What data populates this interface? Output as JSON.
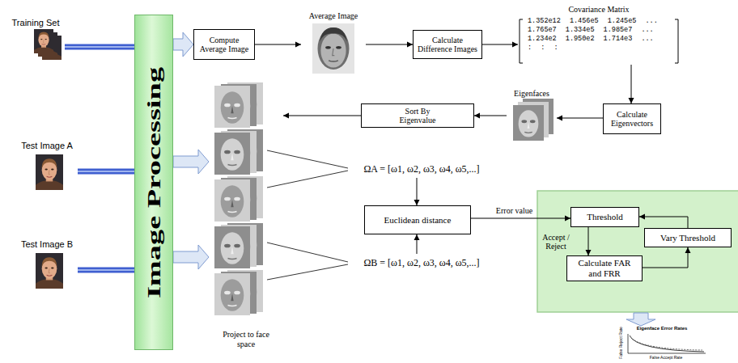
{
  "diagram": {
    "nodes": [
      {
        "text": [
          "Training Set"
        ]
      },
      {
        "text": [
          "Image Processing"
        ]
      },
      {
        "text": [
          "Compute Average Image"
        ]
      },
      {
        "text": [
          "Average Image"
        ]
      },
      {
        "text": [
          "Calculate Difference Images"
        ]
      },
      {
        "text": [
          "Covariance Matrix",
          "1.352e12 1.456e5 1.245e5 ...",
          "1.765e7 1.334e5 1.985e7 ...",
          "1.234e2 1.950e2 1.714e3 ...",
          ": : :"
        ]
      },
      {
        "text": [
          "Calculate Eigenvectors"
        ]
      },
      {
        "text": [
          "Eigenfaces"
        ]
      },
      {
        "text": [
          "Sort By Eigenvalue"
        ]
      },
      {
        "text": [
          "Test Image A"
        ]
      },
      {
        "text": [
          "Project to face space"
        ]
      },
      {
        "text": [
          "ΩA = [ω1, ω2, ω3, ω4, ω5,...]"
        ]
      },
      {
        "text": [
          "Euclidean distance"
        ]
      },
      {
        "text": [
          "Threshold"
        ]
      },
      {
        "text": [
          "Vary Threshold"
        ]
      },
      {
        "text": [
          "Test Image B"
        ]
      },
      {
        "text": [
          "Calculate FAR and FRR"
        ]
      },
      {
        "text": [
          "ΩB = [ω1, ω2, ω3, ω4, ω5,...]"
        ]
      },
      {
        "text": [
          "Eigenface Error Rates"
        ]
      }
    ],
    "edges": [
      {
        "from": 0,
        "to": 1,
        "arrow": "none"
      },
      {
        "from": 9,
        "to": 1,
        "arrow": "none"
      },
      {
        "from": 15,
        "to": 1,
        "arrow": "none"
      },
      {
        "from": 1,
        "to": 2,
        "arrow": "to"
      },
      {
        "from": 1,
        "to": 10,
        "arrow": "to"
      },
      {
        "from": 1,
        "to": 10,
        "arrow": "to"
      },
      {
        "from": 2,
        "to": 3,
        "arrow": "to"
      },
      {
        "from": 3,
        "to": 4,
        "arrow": "to"
      },
      {
        "from": 4,
        "to": 5,
        "arrow": "to"
      },
      {
        "from": 5,
        "to": 6,
        "arrow": "to"
      },
      {
        "from": 6,
        "to": 7,
        "arrow": "to"
      },
      {
        "from": 7,
        "to": 8,
        "arrow": "to"
      },
      {
        "from": 8,
        "to": 10,
        "arrow": "to"
      },
      {
        "from": 11,
        "to": 12,
        "arrow": "to"
      },
      {
        "from": 17,
        "to": 12,
        "arrow": "to"
      },
      {
        "from": 12,
        "to": 13,
        "label": "Error value",
        "arrow": "to"
      },
      {
        "from": 13,
        "to": 16,
        "label": "Accept / Reject",
        "arrow": "to"
      },
      {
        "from": 16,
        "to": 14,
        "arrow": "to"
      },
      {
        "from": 14,
        "to": 13,
        "arrow": "to"
      }
    ],
    "labels": [
      "False Reject Rate",
      "False Accept Rate"
    ]
  }
}
